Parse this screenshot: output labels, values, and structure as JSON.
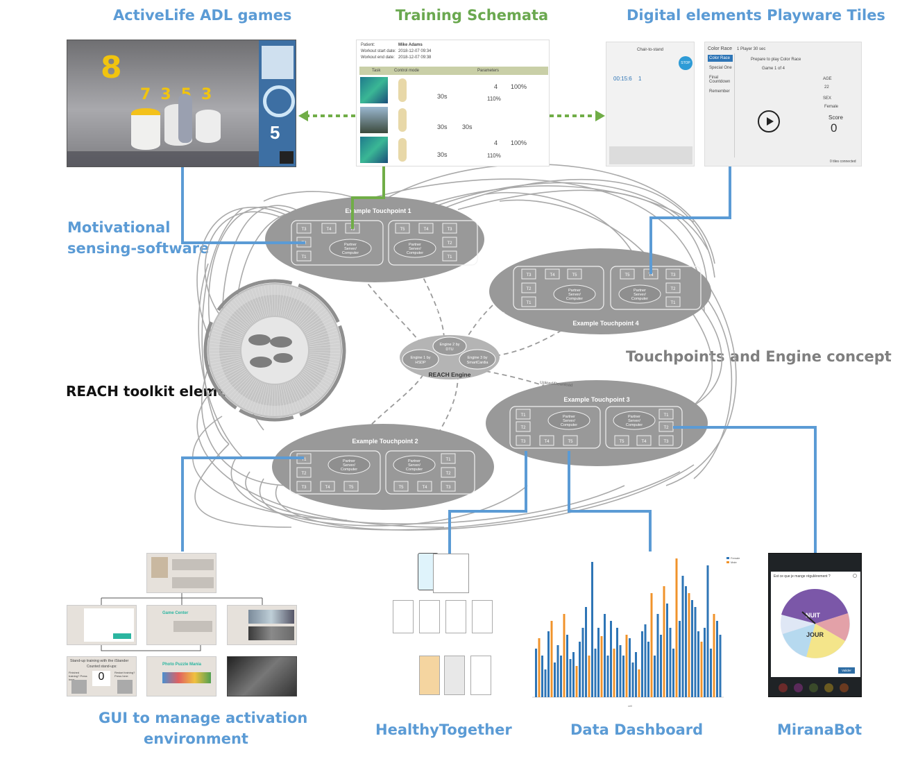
{
  "labels": {
    "activelife": "ActiveLife ADL games",
    "schemata": "Training Schemata",
    "playware": "Digital elements Playware Tiles",
    "motivational_1": "Motivational",
    "motivational_2": "sensing-software",
    "reach_toolkit": "REACH toolkit elements",
    "touchpoints": "Touchpoints and Engine concept",
    "gui_1": "GUI to manage activation",
    "gui_2": "environment",
    "healthy": "HealthyTogether",
    "dashboard": "Data Dashboard",
    "miranabot": "MiranaBot"
  },
  "activelife_game": {
    "big_number": "8",
    "row_numbers": [
      "7",
      "3",
      "5",
      "3"
    ],
    "score": "5"
  },
  "schemata": {
    "patient_label": "Patient:",
    "patient_name": "Mike Adams",
    "start_label": "Workout start date:",
    "start_value": "2018-12-07 09:34",
    "end_label": "Workout end date:",
    "end_value": "2018-12-07 09:38",
    "col_task": "Task",
    "col_mode": "Control mode",
    "col_params": "Parameters",
    "rows": [
      {
        "duration": "30s",
        "objects": "4",
        "speed": "100%",
        "gap": "110%"
      },
      {
        "duration": "30s",
        "limited": "30s"
      },
      {
        "duration": "30s",
        "objects": "4",
        "speed": "100%",
        "gap": "110%"
      }
    ]
  },
  "playware": {
    "left_title": "Chair-to-stand",
    "stop_label": "STOP",
    "timer": "00:15:6",
    "count": "1",
    "right_game": "Color Race",
    "right_sub": "1 Player 30 sec",
    "menu": [
      "Color Race",
      "Special One",
      "Final Countdown",
      "Remember"
    ],
    "prepare": "Prepare to play Color Race",
    "game_of": "Game 1 of 4",
    "age_label": "AGE",
    "age_value": "22",
    "sex_label": "SEX",
    "sex_value": "Female",
    "score_label": "Score",
    "score_value": "0",
    "footer": "0 tiles connected"
  },
  "network": {
    "tp1": "Example Touchpoint 1",
    "tp2": "Example Touchpoint 2",
    "tp3": "Example Touchpoint 3",
    "tp4": "Example Touchpoint 4",
    "partner": [
      "Partner",
      "Server/",
      "Computer"
    ],
    "tiles": [
      "T1",
      "T2",
      "T3",
      "T4",
      "T5"
    ],
    "engine_title": "REACH Engine",
    "engine1": [
      "Engine 1 by",
      "HSDP"
    ],
    "engine2": [
      "Engine 2 by",
      "DTU"
    ],
    "engine3": [
      "Engine 3 by",
      "SmartCardia"
    ],
    "upload": "Upload/Download"
  },
  "gui": {
    "standup_title": "Stand-up training with the iStander",
    "counted": "Counted stand-ups:",
    "count": "0",
    "finished": "Finished training? Press here:",
    "restart": "Restart training? Press here:",
    "game_center": "Game Center",
    "photo_puzzle": "Photo Puzzle Mania"
  },
  "dashboard": {
    "legend": [
      "Female",
      "Male"
    ],
    "colors": {
      "female": "#2e75b6",
      "male": "#f0932b"
    },
    "xlabel": "cell"
  },
  "miranabot": {
    "question": "Est ce que je mange régulièrement ?",
    "nuit": "NUIT",
    "jour": "JOUR",
    "button": "Valider"
  }
}
